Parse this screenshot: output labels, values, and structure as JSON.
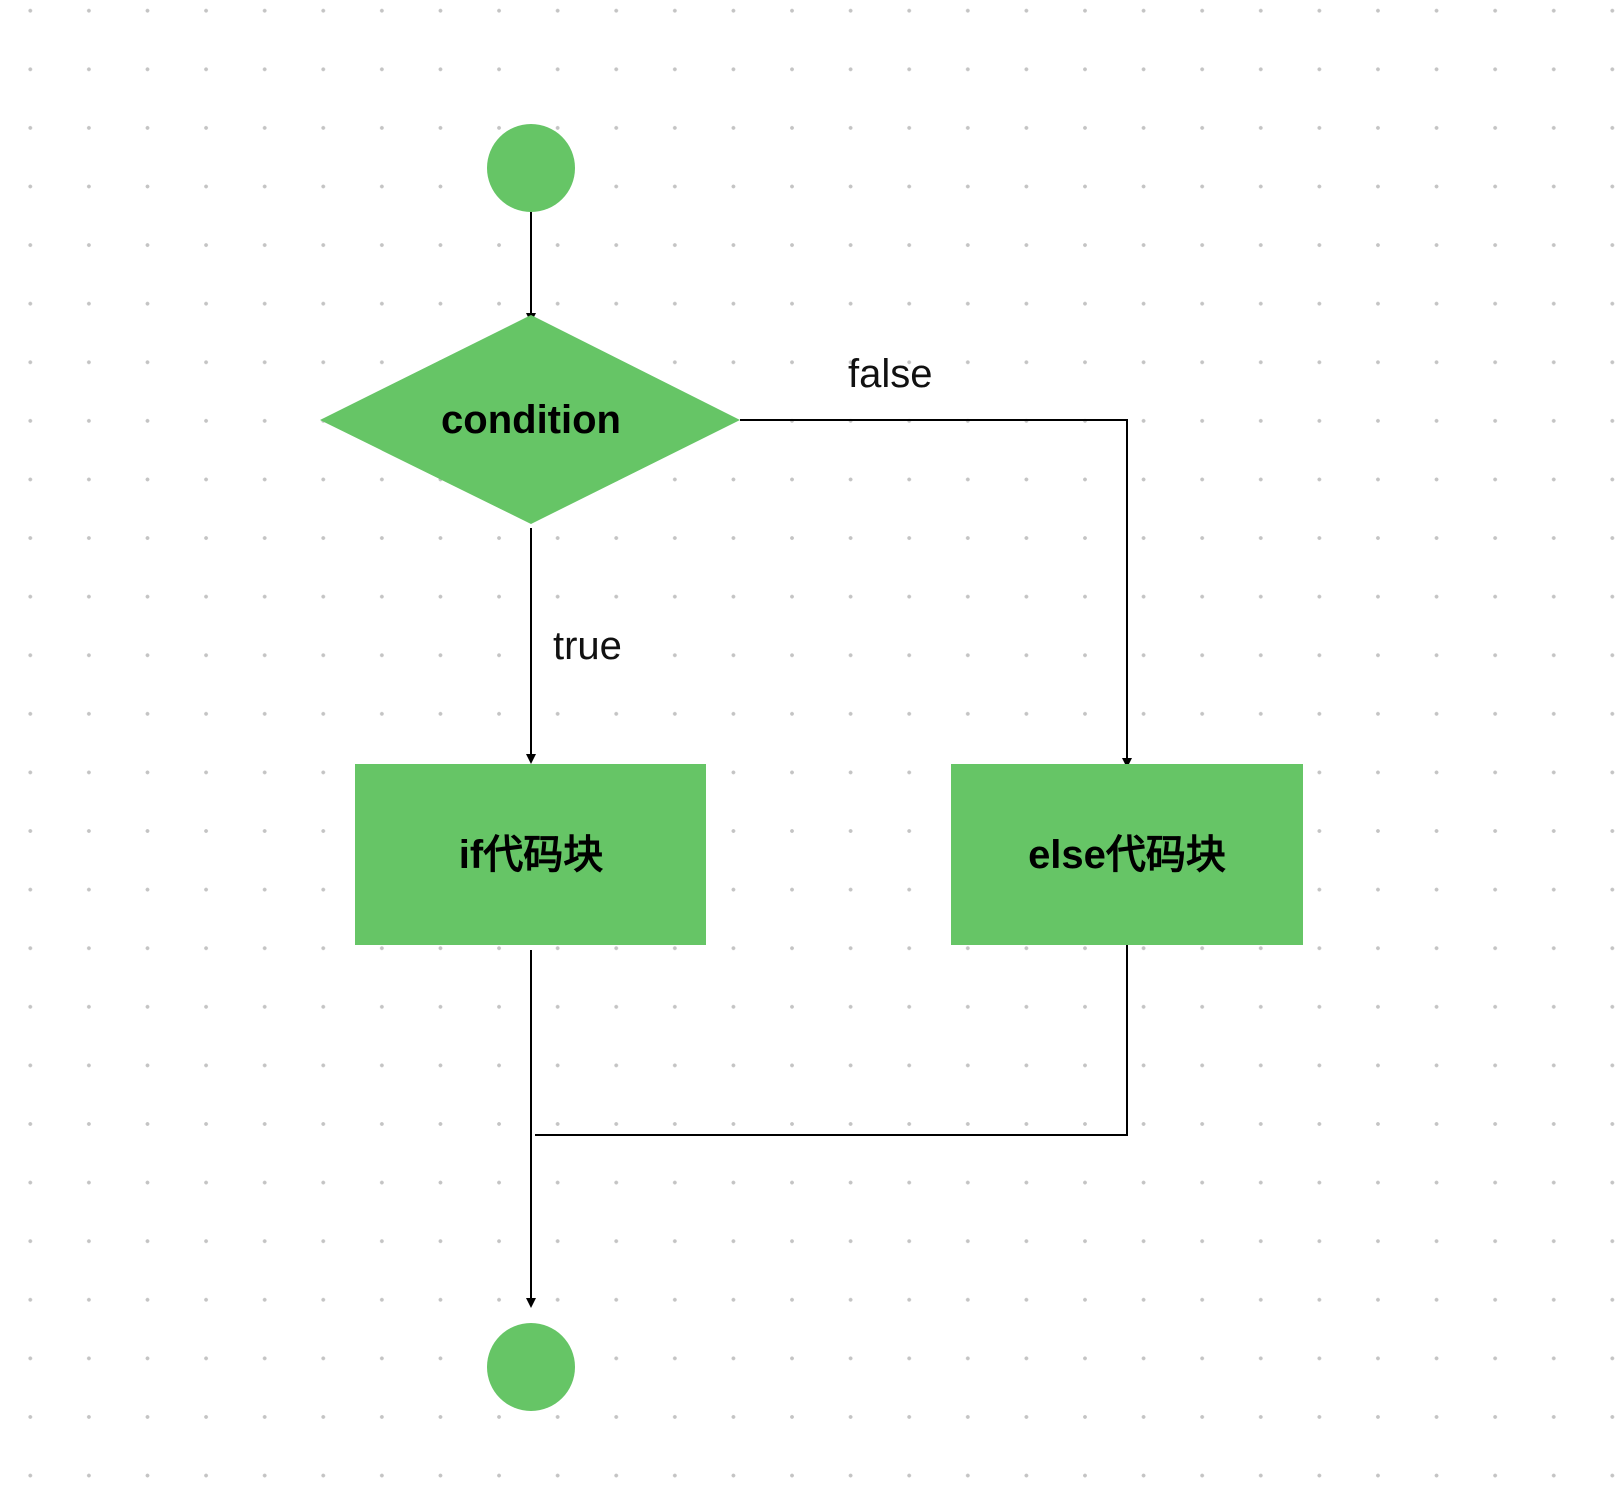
{
  "colors": {
    "node_fill": "#66c566",
    "edge": "#000000",
    "background": "#ffffff",
    "grid_dot": "#c4c4c4"
  },
  "nodes": {
    "start": {
      "shape": "circle",
      "label": ""
    },
    "condition": {
      "shape": "diamond",
      "label": "condition"
    },
    "if_block": {
      "shape": "rectangle",
      "label": "if代码块"
    },
    "else_block": {
      "shape": "rectangle",
      "label": "else代码块"
    },
    "end": {
      "shape": "circle",
      "label": ""
    }
  },
  "edges": {
    "start_to_condition": {
      "from": "start",
      "to": "condition",
      "label": ""
    },
    "true_branch": {
      "from": "condition",
      "to": "if_block",
      "label": "true"
    },
    "false_branch": {
      "from": "condition",
      "to": "else_block",
      "label": "false"
    },
    "if_to_end": {
      "from": "if_block",
      "to": "end",
      "label": ""
    },
    "else_merge": {
      "from": "else_block",
      "to": "end",
      "label": ""
    }
  }
}
